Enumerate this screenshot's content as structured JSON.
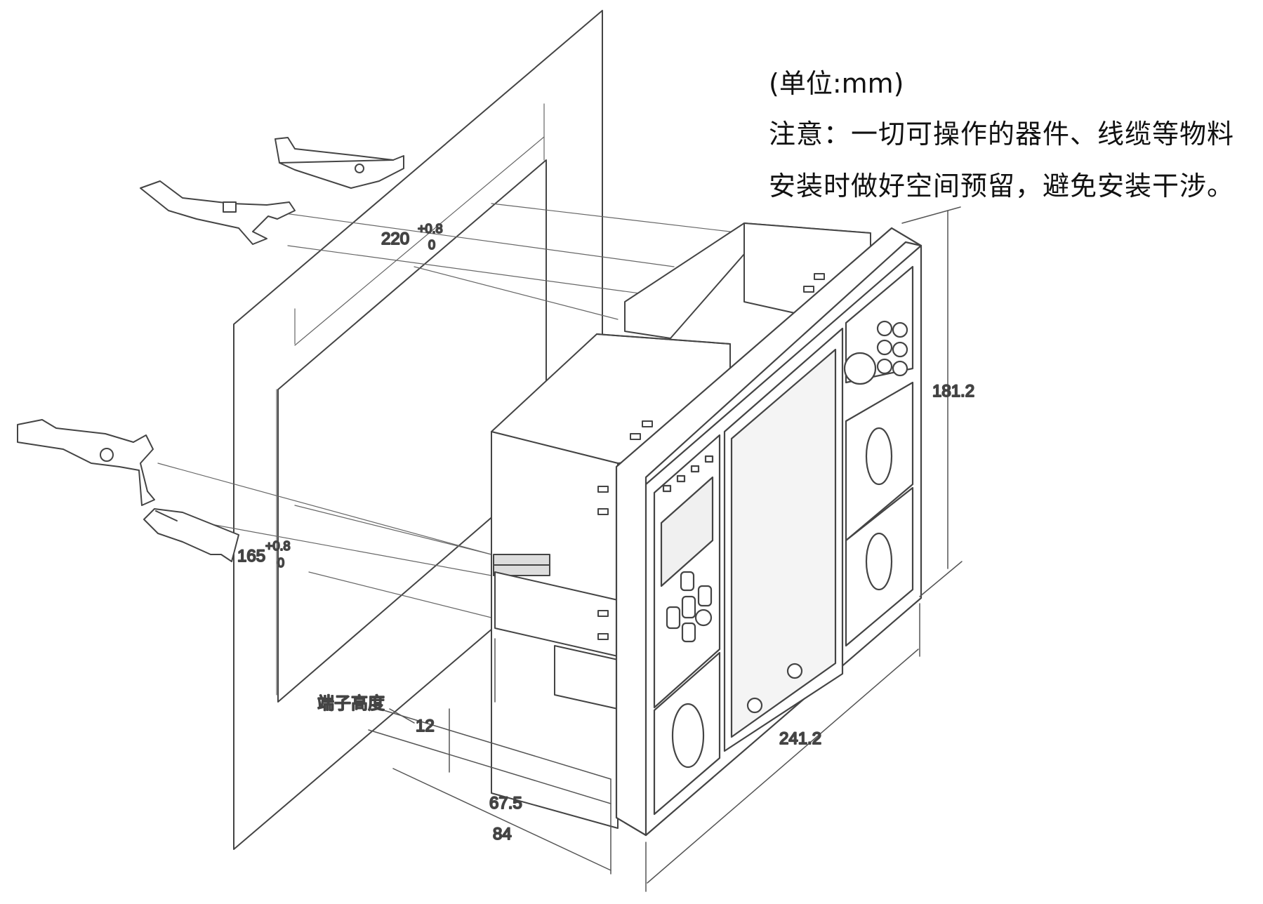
{
  "notes": {
    "unit": "(单位:mm)",
    "line1": "注意：一切可操作的器件、线缆等物料",
    "line2": "安装时做好空间预留，避免安装干涉。"
  },
  "dimensions": {
    "cutout_width": {
      "value": "220",
      "tol_upper": "+0.8",
      "tol_lower": "0"
    },
    "cutout_height": {
      "value": "165",
      "tol_upper": "+0.8",
      "tol_lower": "0"
    },
    "overall_height": "181.2",
    "overall_width": "241.2",
    "depth_rear": "67.5",
    "depth_total": "84",
    "terminal_label": "端子高度",
    "terminal_height": "12"
  },
  "colors": {
    "line": "#444444",
    "panel_fill": "#ffffff",
    "screen_fill": "#f4f4f4",
    "text": "#333333"
  },
  "icons": {
    "mounting_clip": "clip-icon",
    "device": "protection-relay-icon"
  }
}
